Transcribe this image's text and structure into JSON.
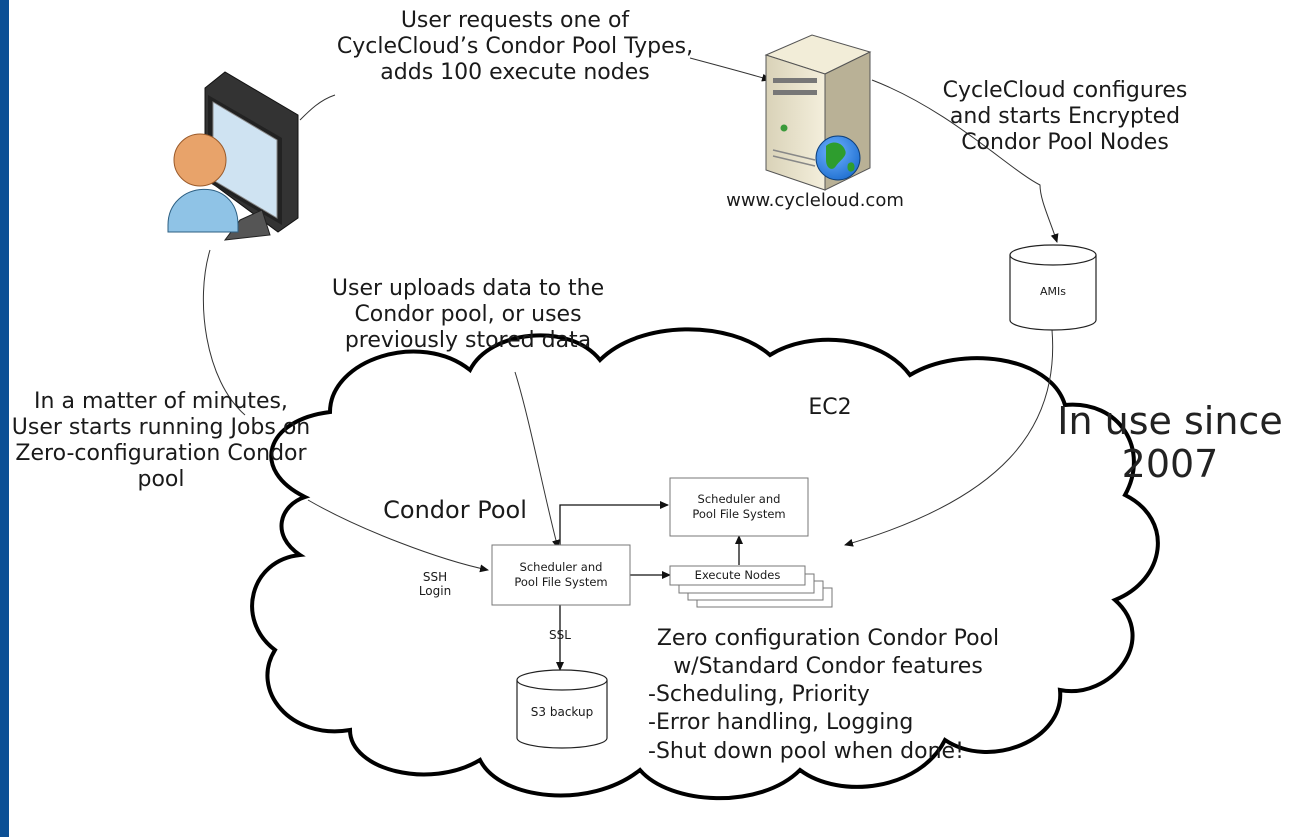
{
  "notes": {
    "user_requests": [
      "User requests one of",
      "CycleCloud’s Condor Pool Types,",
      "adds 100 execute nodes"
    ],
    "cyclecloud_configures": [
      "CycleCloud configures",
      "and starts Encrypted",
      "Condor Pool Nodes"
    ],
    "user_uploads": [
      "User uploads data to the",
      "Condor pool, or uses",
      "previously stored data"
    ],
    "user_runs": [
      "In a matter of minutes,",
      "User starts running Jobs on",
      "Zero-configuration Condor",
      "pool"
    ],
    "in_use": [
      "In use since",
      "2007"
    ]
  },
  "server": {
    "url": "www.cycleloud.com"
  },
  "amis": {
    "label": "AMIs"
  },
  "cloud": {
    "ec2_label": "EC2",
    "pool_title": "Condor Pool",
    "scheduler_main": [
      "Scheduler and",
      "Pool File System"
    ],
    "scheduler_top": [
      "Scheduler and",
      "Pool File System"
    ],
    "execute_nodes": "Execute Nodes",
    "ssh_login": [
      "SSH",
      "Login"
    ],
    "ssl": "SSL",
    "s3_backup": "S3 backup",
    "features": [
      "Zero configuration Condor Pool",
      "w/Standard Condor features",
      "-Scheduling, Priority",
      "-Error handling, Logging",
      "-Shut down pool when done!"
    ]
  },
  "colors": {
    "side_bar": "#0b4f95",
    "globe": "#1f6fd0",
    "globe_land": "#2e9d2e",
    "user_shirt": "#8fc3e6",
    "user_head": "#e8a36a"
  }
}
